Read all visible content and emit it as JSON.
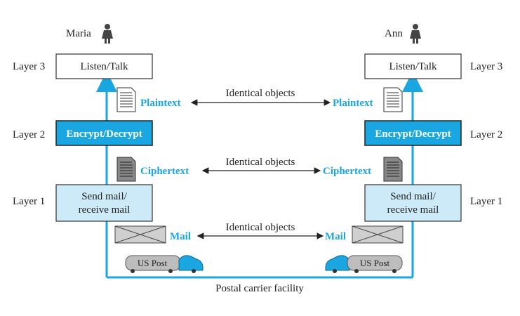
{
  "colors": {
    "accent": "#1aa6e0",
    "light_blue": "#cdeaf8",
    "box_border": "#333333"
  },
  "left": {
    "person": "Maria",
    "person_icon": "person-icon",
    "layer3_label": "Layer 3",
    "layer2_label": "Layer 2",
    "layer1_label": "Layer 1",
    "box3": "Listen/Talk",
    "box2": "Encrypt/Decrypt",
    "box1_line1": "Send mail/",
    "box1_line2": "receive mail",
    "plaintext": "Plaintext",
    "ciphertext": "Ciphertext",
    "mail": "Mail",
    "truck": "US Post"
  },
  "right": {
    "person": "Ann",
    "person_icon": "person-icon",
    "layer3_label": "Layer 3",
    "layer2_label": "Layer 2",
    "layer1_label": "Layer 1",
    "box3": "Listen/Talk",
    "box2": "Encrypt/Decrypt",
    "box1_line1": "Send mail/",
    "box1_line2": "receive mail",
    "plaintext": "Plaintext",
    "ciphertext": "Ciphertext",
    "mail": "Mail",
    "truck": "US Post"
  },
  "identical_top": "Identical objects",
  "identical_mid": "Identical objects",
  "identical_bottom": "Identical objects",
  "facility": "Postal carrier facility"
}
